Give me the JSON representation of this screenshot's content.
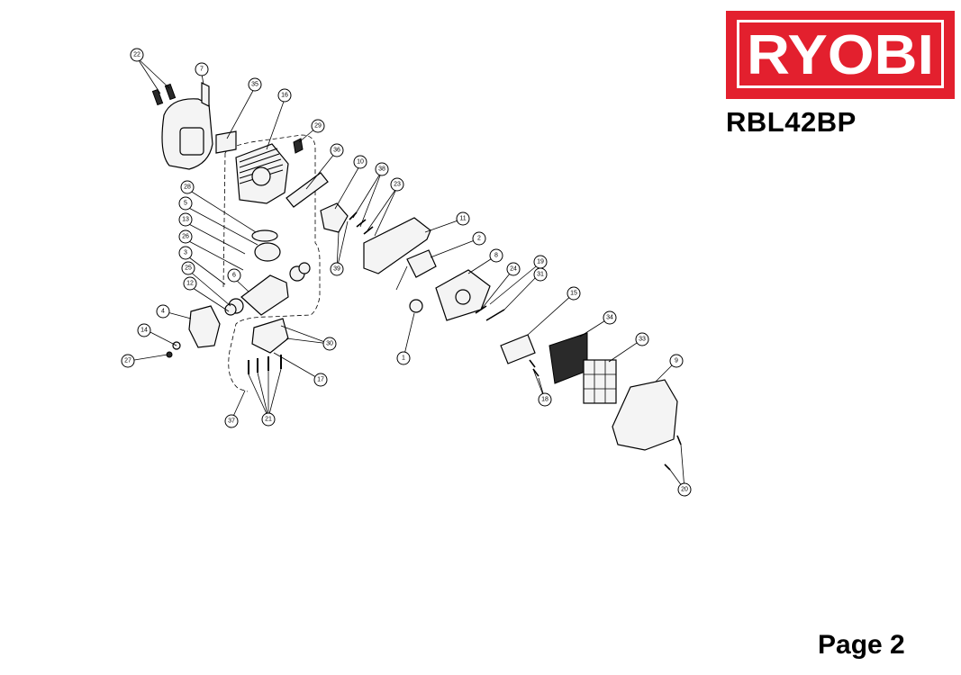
{
  "brand": {
    "logo_text": "RYOBI",
    "color": "#e3202e"
  },
  "model": "RBL42BP",
  "page_label": "Page 2",
  "callouts": {
    "c22": "22",
    "c7": "7",
    "c35": "35",
    "c16": "16",
    "c29": "29",
    "c36": "36",
    "c10": "10",
    "c38": "38",
    "c23": "23",
    "c28": "28",
    "c5": "5",
    "c13": "13",
    "c26": "26",
    "c3": "3",
    "c25": "25",
    "c12": "12",
    "c6": "6",
    "c39": "39",
    "c11": "11",
    "c2": "2",
    "c8": "8",
    "c24": "24",
    "c19": "19",
    "c31": "31",
    "c4": "4",
    "c14": "14",
    "c27": "27",
    "c30": "30",
    "c17": "17",
    "c1": "1",
    "c15": "15",
    "c34": "34",
    "c33": "33",
    "c9": "9",
    "c37": "37",
    "c21": "21",
    "c18": "18",
    "c20": "20"
  }
}
